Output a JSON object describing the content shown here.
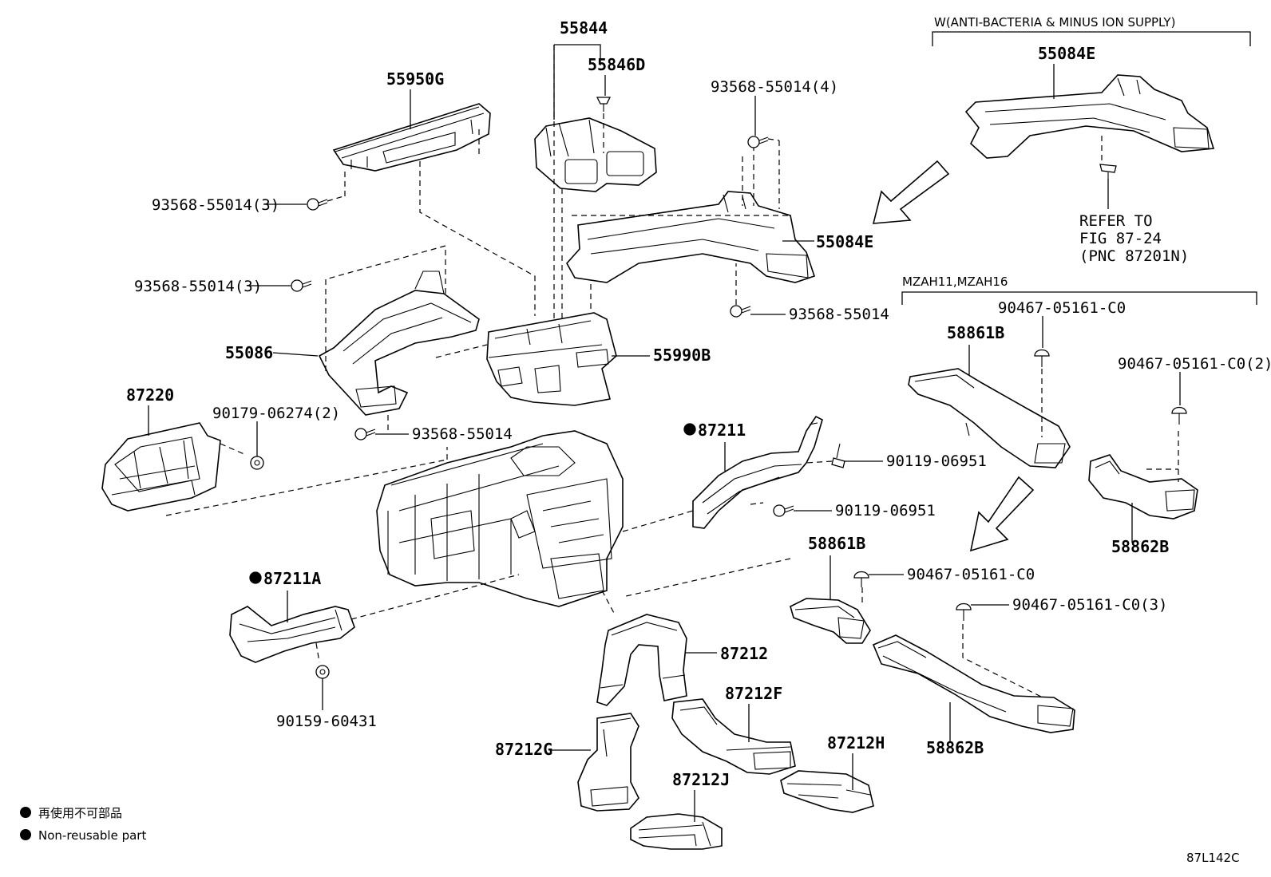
{
  "labels": {
    "p55844": "55844",
    "p55846D": "55846D",
    "p55950G": "55950G",
    "s93568_3a": "93568-55014(3)",
    "s93568_4": "93568-55014(4)",
    "p55084E_top": "55084E",
    "p55084E_mid": "55084E",
    "s93568_3b": "93568-55014(3)",
    "p55086": "55086",
    "s93568_mid": "93568-55014",
    "p55990B": "55990B",
    "p87220": "87220",
    "s90179": "90179-06274(2)",
    "s93568_low": "93568-55014",
    "p87211": "87211",
    "s90119_a": "90119-06951",
    "s90119_b": "90119-06951",
    "p87211A": "87211A",
    "s90159": "90159-60431",
    "p87212": "87212",
    "p87212F": "87212F",
    "p87212G": "87212G",
    "p87212J": "87212J",
    "p87212H": "87212H",
    "p58861B_a": "58861B",
    "s90467_a": "90467-05161-C0",
    "s90467_b": "90467-05161-C0(2)",
    "p58862B_a": "58862B",
    "p58861B_b": "58861B",
    "s90467_c": "90467-05161-C0",
    "s90467_d": "90467-05161-C0(3)",
    "p58862B_b": "58862B"
  },
  "groups": {
    "anti_bacteria": "W(ANTI-BACTERIA & MINUS ION SUPPLY)",
    "models": "MZAH11,MZAH16"
  },
  "refer": {
    "line1": "REFER TO",
    "line2": "FIG 87-24",
    "line3": "(PNC 87201N)"
  },
  "legend": {
    "jp": "再使用不可部品",
    "en": "Non-reusable part"
  },
  "figure_id": "87L142C"
}
